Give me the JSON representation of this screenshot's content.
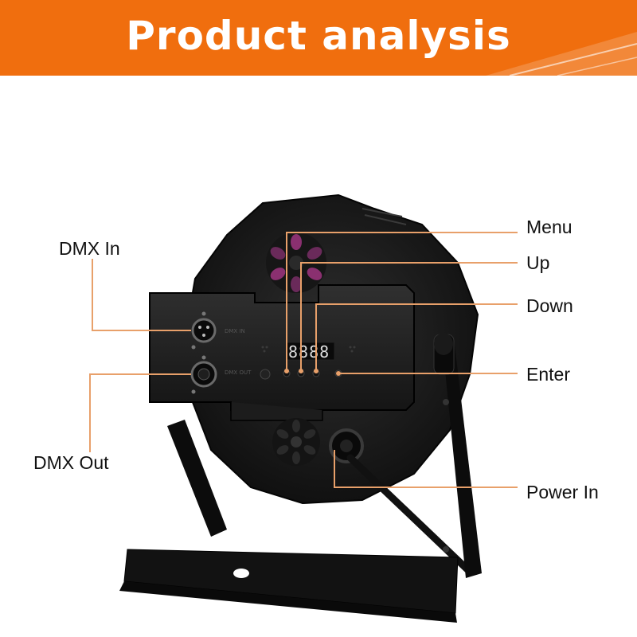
{
  "banner": {
    "title": "Product analysis",
    "color": "#f06e0e"
  },
  "callouts": {
    "dmx_in": "DMX In",
    "dmx_out": "DMX Out",
    "menu": "Menu",
    "up": "Up",
    "down": "Down",
    "enter": "Enter",
    "power_in": "Power In"
  },
  "panel": {
    "display_digits": "8888",
    "dmx_in_port_label": "DMX IN",
    "dmx_out_port_label": "DMX OUT"
  },
  "line_color": "#e8a06a"
}
